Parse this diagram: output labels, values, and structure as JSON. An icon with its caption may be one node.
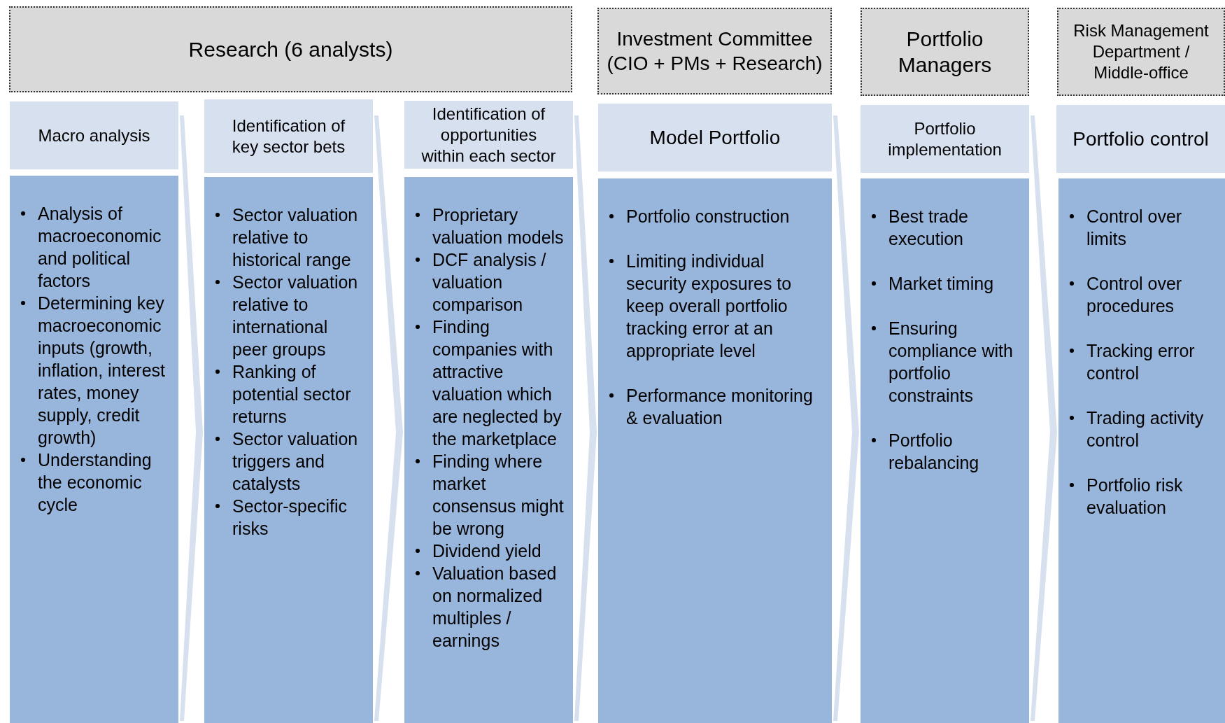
{
  "diagram": {
    "nodes": [
      {
        "text": [
          "Research (6 analysts)"
        ]
      },
      {
        "text": [
          "Investment  Committee (CIO + PMs + Research)"
        ]
      },
      {
        "text": [
          "Portfolio Managers"
        ]
      },
      {
        "text": [
          "Risk Management Department / Middle-office"
        ]
      },
      {
        "text": [
          "Macro analysis"
        ]
      },
      {
        "text": [
          "Analysis of macroeconomic and political factors",
          "Determining key macroeconomic inputs (growth, inflation, interest rates, money supply, credit growth)",
          "Understanding the economic cycle"
        ]
      },
      {
        "text": [
          "Identification of key sector bets"
        ]
      },
      {
        "text": [
          "Sector valuation relative to historical range",
          "Sector valuation relative to international peer groups",
          "Ranking of potential sector returns",
          "Sector valuation triggers and catalysts",
          "Sector-specific risks"
        ]
      },
      {
        "text": [
          "Identification of opportunities within each sector"
        ]
      },
      {
        "text": [
          "Proprietary valuation models",
          "DCF analysis / valuation comparison",
          "Finding companies with attractive valuation which are neglected by the marketplace",
          "Finding where market consensus might be wrong",
          "Dividend yield",
          "Valuation based on normalized multiples / earnings"
        ]
      },
      {
        "text": [
          "Model Portfolio"
        ]
      },
      {
        "text": [
          "Portfolio construction",
          "Limiting individual security exposures to keep overall portfolio tracking error at an appropriate level",
          "Performance monitoring & evaluation"
        ]
      },
      {
        "text": [
          "Portfolio implementation"
        ]
      },
      {
        "text": [
          "Best trade execution",
          "Market timing",
          "Ensuring compliance with portfolio constraints",
          "Portfolio rebalancing"
        ]
      },
      {
        "text": [
          "Portfolio control"
        ]
      },
      {
        "text": [
          "Control over limits",
          "Control over procedures",
          "Tracking error control",
          "Trading activity control",
          "Portfolio risk evaluation"
        ]
      }
    ],
    "edges": [
      {
        "from": 5,
        "to": 7,
        "arrow": "to"
      },
      {
        "from": 7,
        "to": 9,
        "arrow": "to"
      },
      {
        "from": 9,
        "to": 11,
        "arrow": "to"
      },
      {
        "from": 11,
        "to": 13,
        "arrow": "to"
      },
      {
        "from": 13,
        "to": 15,
        "arrow": "to"
      }
    ]
  }
}
